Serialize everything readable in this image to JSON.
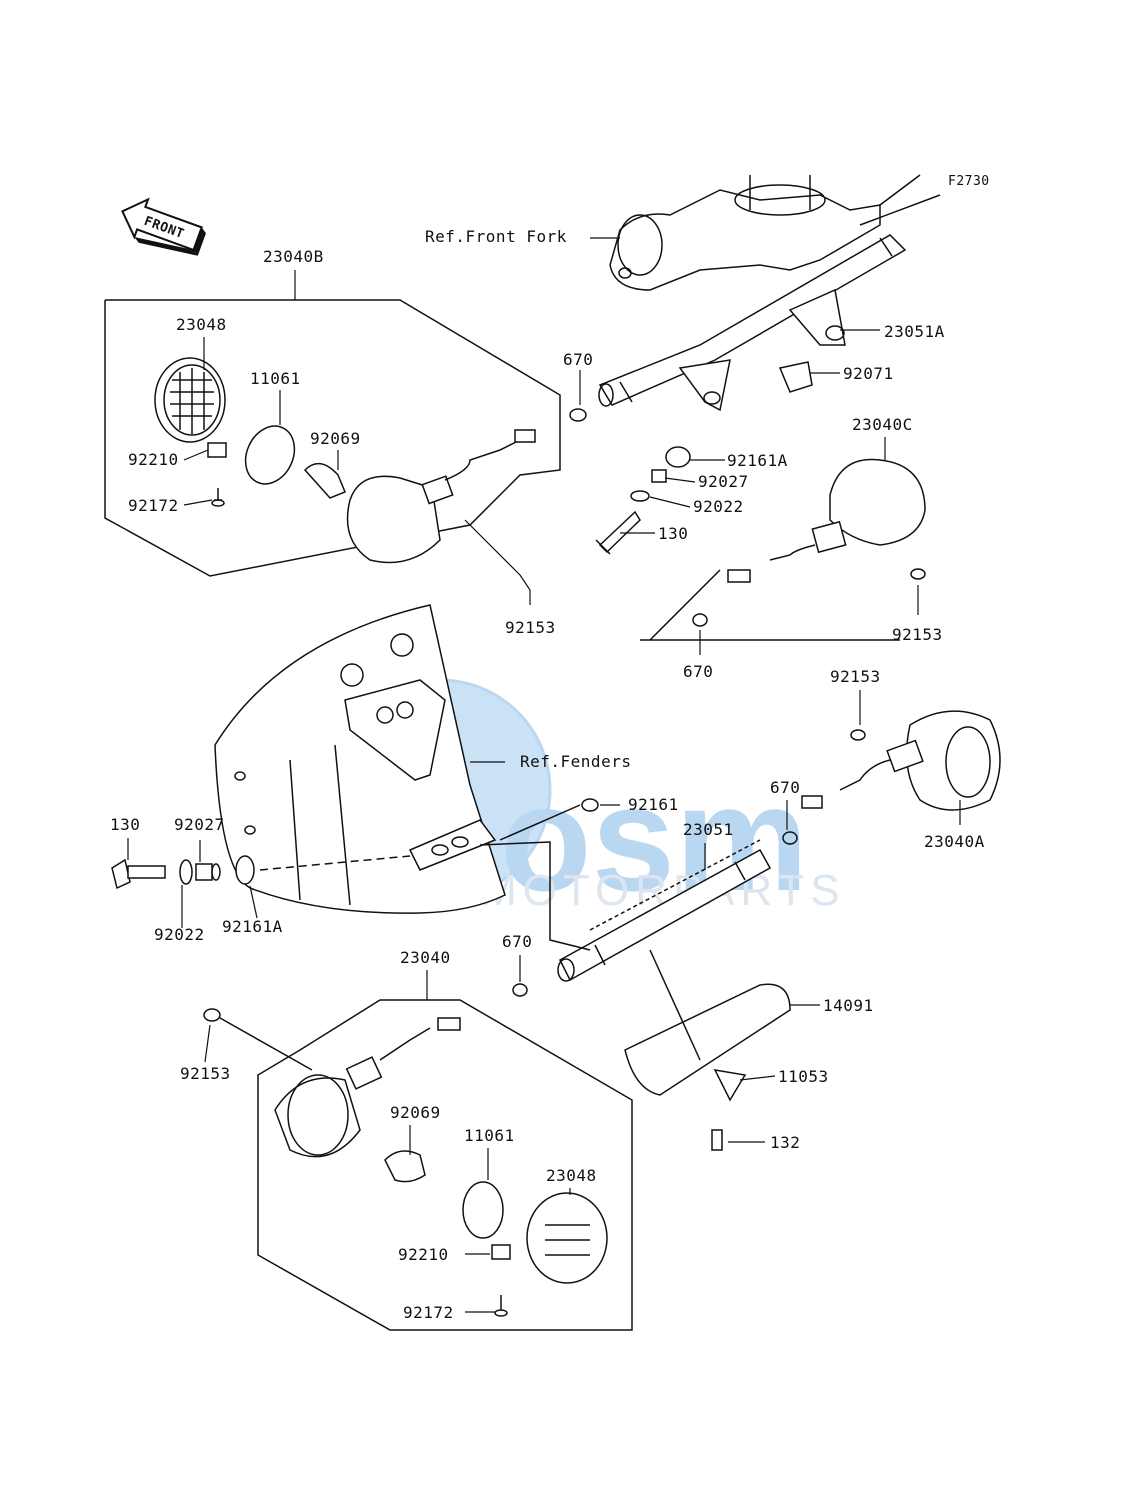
{
  "figure_code": "F2730",
  "front_marker": "FRONT",
  "refs": {
    "front_fork": "Ref.Front Fork",
    "fenders": "Ref.Fenders"
  },
  "watermark": {
    "logo": "osm",
    "text": "MOTORPARTS",
    "color": "#3a8fd8"
  },
  "parts": {
    "p23040B": "23040B",
    "p23048_top": "23048",
    "p11061_top": "11061",
    "p92069_top": "92069",
    "p92210_top": "92210",
    "p92172_top": "92172",
    "p670_a": "670",
    "p92153_a": "92153",
    "p23051A": "23051A",
    "p92071": "92071",
    "p92161A_top": "92161A",
    "p92027_top": "92027",
    "p92022_top": "92022",
    "p130_top": "130",
    "p23040C": "23040C",
    "p92153_b": "92153",
    "p670_b": "670",
    "p92153_c": "92153",
    "p670_c": "670",
    "p23040A": "23040A",
    "p92161": "92161",
    "p23051": "23051",
    "p130_left": "130",
    "p92027_left": "92027",
    "p92022_left": "92022",
    "p92161A_left": "92161A",
    "p670_d": "670",
    "p23040": "23040",
    "p92153_d": "92153",
    "p14091": "14091",
    "p11053": "11053",
    "p132": "132",
    "p92069_bot": "92069",
    "p11061_bot": "11061",
    "p23048_bot": "23048",
    "p92210_bot": "92210",
    "p92172_bot": "92172"
  }
}
